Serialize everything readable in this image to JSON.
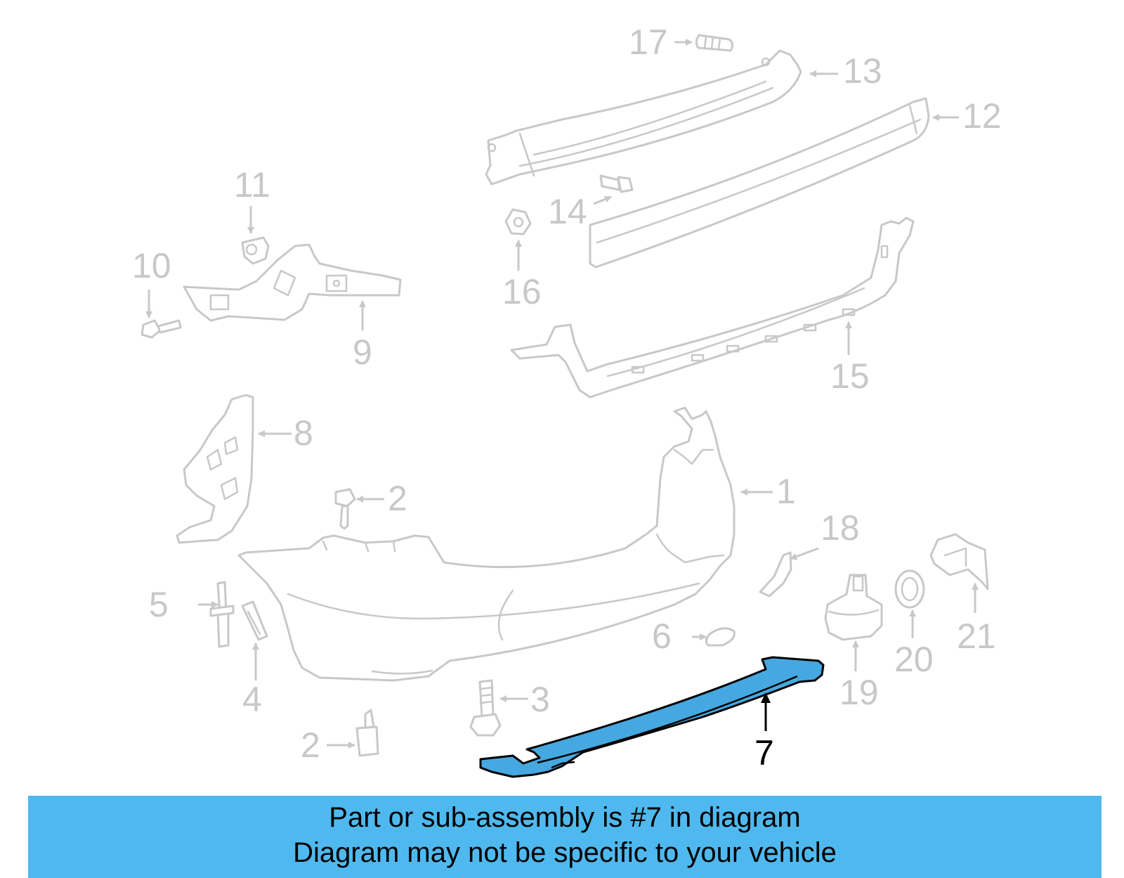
{
  "callouts": {
    "c1": "1",
    "c2a": "2",
    "c2b": "2",
    "c3": "3",
    "c4": "4",
    "c5": "5",
    "c6": "6",
    "c7": "7",
    "c8": "8",
    "c9": "9",
    "c10": "10",
    "c11": "11",
    "c12": "12",
    "c13": "13",
    "c14": "14",
    "c15": "15",
    "c16": "16",
    "c17": "17",
    "c18": "18",
    "c19": "19",
    "c20": "20",
    "c21": "21"
  },
  "highlighted_part": "7",
  "banner": {
    "line1": "Part or sub-assembly is #7 in diagram",
    "line2": "Diagram may not be specific to your vehicle"
  },
  "colors": {
    "highlight_fill": "#46a8e0",
    "banner_background": "#4fb9ef",
    "inactive_part": "#c8c8c8"
  }
}
